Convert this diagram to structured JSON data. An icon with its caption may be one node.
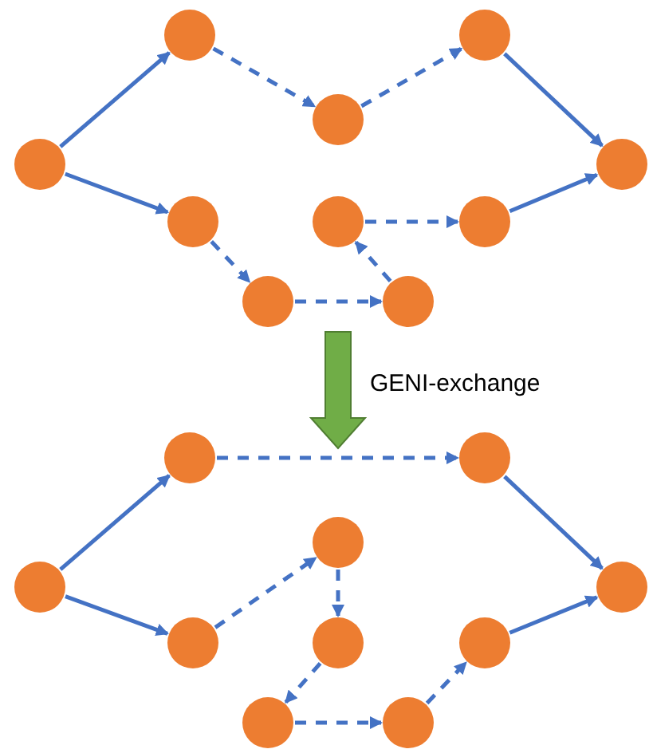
{
  "diagram": {
    "nodes": [
      {
        "text": [],
        "shape": "circle"
      },
      {
        "text": [],
        "shape": "circle"
      },
      {
        "text": [],
        "shape": "circle"
      },
      {
        "text": [],
        "shape": "circle"
      },
      {
        "text": [],
        "shape": "circle"
      },
      {
        "text": [],
        "shape": "circle"
      },
      {
        "text": [],
        "shape": "circle"
      },
      {
        "text": [],
        "shape": "circle"
      },
      {
        "text": [],
        "shape": "circle"
      },
      {
        "text": [],
        "shape": "circle"
      },
      {
        "text": [],
        "shape": "circle"
      },
      {
        "text": [],
        "shape": "circle"
      },
      {
        "text": [],
        "shape": "circle"
      },
      {
        "text": [],
        "shape": "circle"
      },
      {
        "text": [],
        "shape": "circle"
      },
      {
        "text": [],
        "shape": "circle"
      },
      {
        "text": [],
        "shape": "circle"
      },
      {
        "text": [],
        "shape": "circle"
      },
      {
        "text": [],
        "shape": "circle"
      },
      {
        "text": [],
        "shape": "circle"
      }
    ],
    "edges": [
      {
        "from": 0,
        "to": 1,
        "arrow": "to"
      },
      {
        "from": 1,
        "to": 2,
        "arrow": "to",
        "style": "dashed"
      },
      {
        "from": 2,
        "to": 3,
        "arrow": "to",
        "style": "dashed"
      },
      {
        "from": 3,
        "to": 4,
        "arrow": "to"
      },
      {
        "from": 0,
        "to": 5,
        "arrow": "to"
      },
      {
        "from": 5,
        "to": 6,
        "arrow": "to",
        "style": "dashed"
      },
      {
        "from": 6,
        "to": 7,
        "arrow": "to",
        "style": "dashed"
      },
      {
        "from": 7,
        "to": 8,
        "arrow": "to",
        "style": "dashed"
      },
      {
        "from": 8,
        "to": 9,
        "arrow": "to",
        "style": "dashed"
      },
      {
        "from": 9,
        "to": 4,
        "arrow": "to"
      },
      {
        "from": 10,
        "to": 11,
        "arrow": "to"
      },
      {
        "from": 11,
        "to": 12,
        "arrow": "to",
        "style": "dashed"
      },
      {
        "from": 12,
        "to": 13,
        "arrow": "to"
      },
      {
        "from": 10,
        "to": 14,
        "arrow": "to"
      },
      {
        "from": 14,
        "to": 15,
        "arrow": "to",
        "style": "dashed"
      },
      {
        "from": 15,
        "to": 16,
        "arrow": "to",
        "style": "dashed"
      },
      {
        "from": 16,
        "to": 17,
        "arrow": "to",
        "style": "dashed"
      },
      {
        "from": 17,
        "to": 18,
        "arrow": "to",
        "style": "dashed"
      },
      {
        "from": 18,
        "to": 19,
        "arrow": "to",
        "style": "dashed"
      },
      {
        "from": 19,
        "to": 13,
        "arrow": "to"
      }
    ],
    "labels": [
      "GENI-exchange"
    ]
  }
}
